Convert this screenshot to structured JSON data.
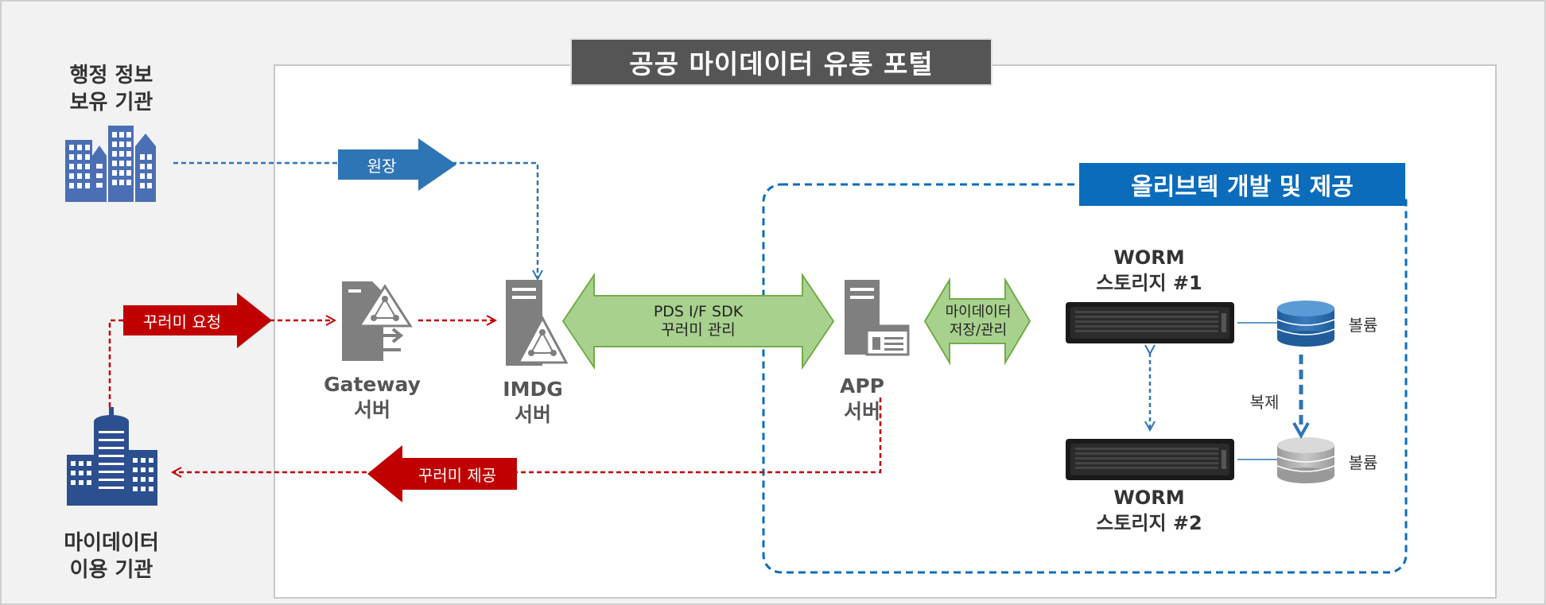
{
  "title": "공공 마이데이터 유통 포털",
  "vendor_label": "올리브텍 개발 및 제공",
  "orgs": {
    "admin_line1": "행정 정보",
    "admin_line2": "보유 기관",
    "user_line1": "마이데이터",
    "user_line2": "이용 기관"
  },
  "servers": {
    "gateway_line1": "Gateway",
    "gateway_line2": "서버",
    "imdg_line1": "IMDG",
    "imdg_line2": "서버",
    "app_line1": "APP",
    "app_line2": "서버"
  },
  "arrows": {
    "original": "원장",
    "request": "꾸러미 요청",
    "provide": "꾸러미 제공",
    "sdk_line1": "PDS I/F SDK",
    "sdk_line2": "꾸러미 관리",
    "mydata_line1": "마이데이터",
    "mydata_line2": "저장/관리"
  },
  "storage": {
    "worm1_line1": "WORM",
    "worm1_line2": "스토리지 #1",
    "worm2_line1": "WORM",
    "worm2_line2": "스토리지 #2",
    "volume1": "볼륨",
    "volume2": "볼륨",
    "replicate": "복제"
  },
  "colors": {
    "blue": "#2e75b6",
    "red": "#c00000",
    "green_fill": "#a9d18e",
    "green_stroke": "#70ad47",
    "server_gray": "#7f7f7f",
    "title_bg": "#555555",
    "vendor_bg": "#0b6cbc"
  }
}
